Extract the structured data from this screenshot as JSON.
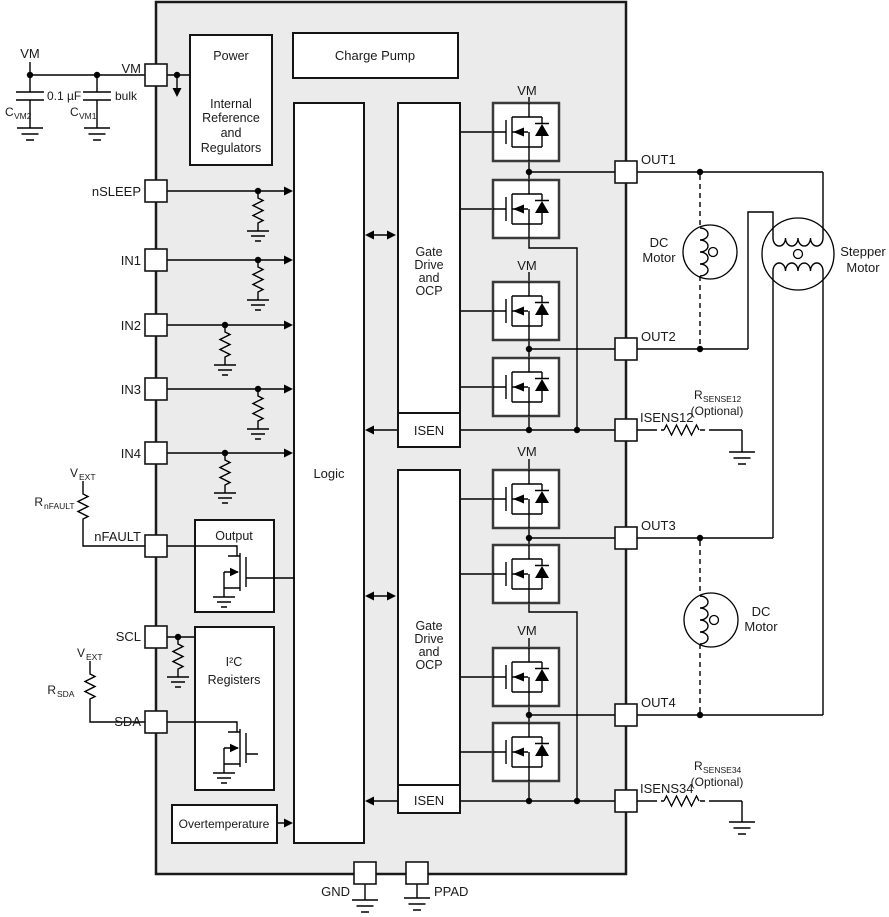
{
  "colors": {
    "ic_fill": "#ebebeb",
    "line": "#000000",
    "block_fill": "#ffffff"
  },
  "pins": {
    "vm": "VM",
    "nsleep": "nSLEEP",
    "in1": "IN1",
    "in2": "IN2",
    "in3": "IN3",
    "in4": "IN4",
    "nfault": "nFAULT",
    "scl": "SCL",
    "sda": "SDA",
    "out1": "OUT1",
    "out2": "OUT2",
    "isens12": "ISENS12",
    "out3": "OUT3",
    "out4": "OUT4",
    "isens34": "ISENS34",
    "gnd": "GND",
    "ppad": "PPAD"
  },
  "blocks": {
    "power": [
      "Power",
      "Internal",
      "Reference",
      "and",
      "Regulators"
    ],
    "charge_pump": "Charge Pump",
    "logic": "Logic",
    "gate_drive": [
      "Gate",
      "Drive",
      "and",
      "OCP"
    ],
    "isen": "ISEN",
    "output": "Output",
    "i2c": [
      "I²C",
      "Registers"
    ],
    "overtemperature": "Overtemperature"
  },
  "nets": {
    "vm": "VM"
  },
  "external": {
    "vm_label": "VM",
    "bypass_cap": {
      "ref": "C",
      "ref_sub": "VM2",
      "value": "0.1 µF"
    },
    "bulk_cap": {
      "ref": "C",
      "ref_sub": "VM1",
      "value": "bulk"
    },
    "vext": {
      "ref": "V",
      "ref_sub": "EXT"
    },
    "r_nfault": {
      "ref": "R",
      "ref_sub": "nFAULT"
    },
    "r_sda": {
      "ref": "R",
      "ref_sub": "SDA"
    },
    "r_sense12": {
      "ref": "R",
      "ref_sub": "SENSE12",
      "note": "(Optional)"
    },
    "r_sense34": {
      "ref": "R",
      "ref_sub": "SENSE34",
      "note": "(Optional)"
    },
    "dc_motor": [
      "DC",
      "Motor"
    ],
    "stepper_motor": [
      "Stepper",
      "Motor"
    ]
  }
}
